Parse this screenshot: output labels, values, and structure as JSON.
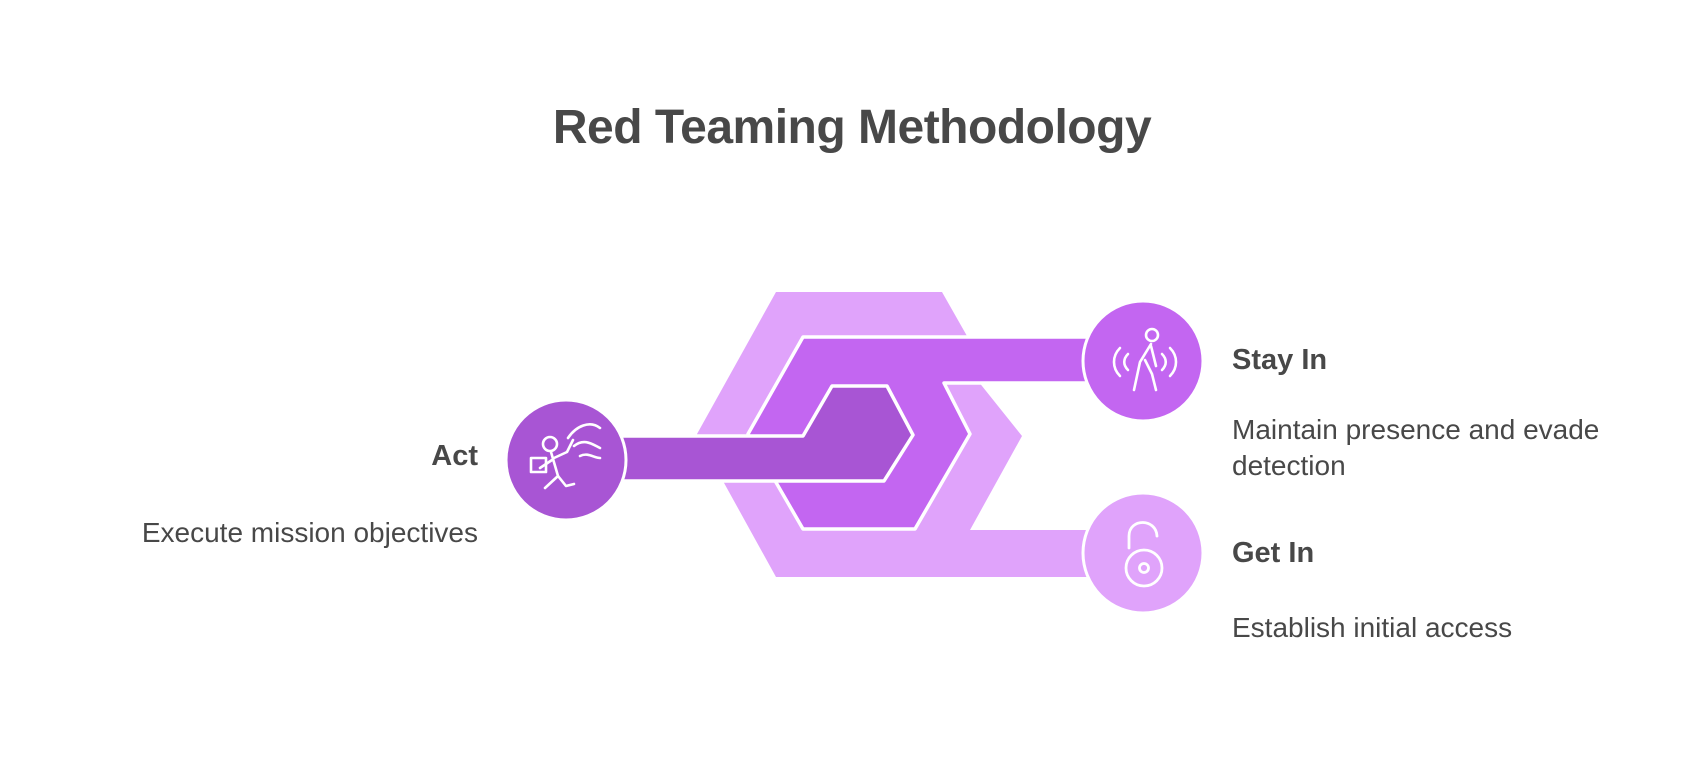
{
  "title": "Red Teaming Methodology",
  "colors": {
    "outer_hex": "#e0a3fb",
    "middle_hex": "#c366f1",
    "inner_hex": "#a855d4",
    "text": "#484848"
  },
  "stages": {
    "act": {
      "label": "Act",
      "description": "Execute mission objectives",
      "icon": "runner-with-package-icon",
      "color": "#a855d4"
    },
    "stay_in": {
      "label": "Stay In",
      "description": "Maintain presence and evade detection",
      "icon": "person-walking-signal-icon",
      "color": "#c366f1"
    },
    "get_in": {
      "label": "Get In",
      "description": "Establish initial access",
      "icon": "unlocked-padlock-icon",
      "color": "#e0a3fb"
    }
  }
}
